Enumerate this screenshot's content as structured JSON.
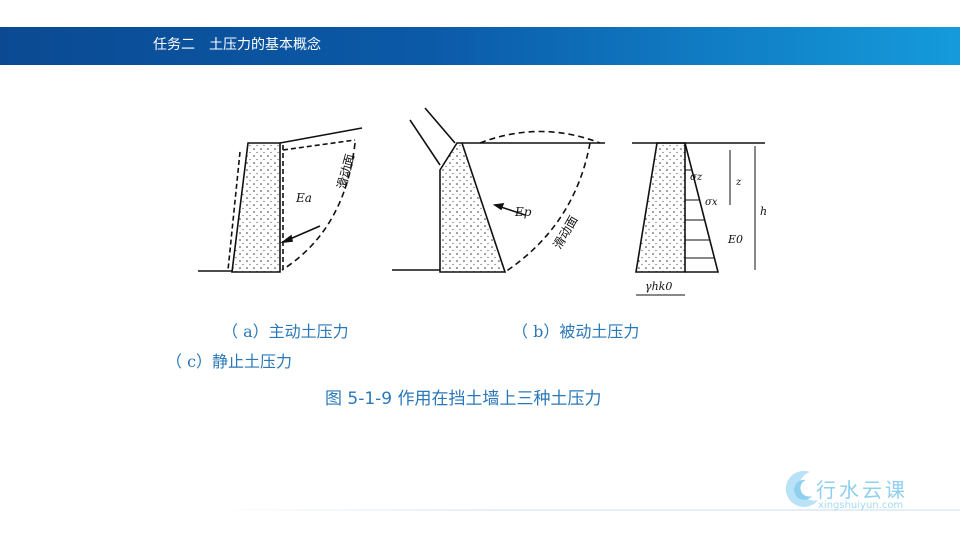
{
  "header": {
    "title": "任务二　土压力的基本概念"
  },
  "figure": {
    "labels": {
      "ea": "Ea",
      "ep": "Ep",
      "e0": "E0",
      "slip": "滑动面",
      "sigma_z": "σz",
      "sigma_x": "σx",
      "z": "z",
      "h": "h",
      "base": "γhk0"
    },
    "captions": {
      "a": "（ a）主动土压力",
      "b": "（ b）被动土压力",
      "c": "（ c）静止土压力"
    },
    "title": "图 5-1-9  作用在挡土墙上三种土压力"
  },
  "logo": {
    "name": "行水云课",
    "url": "xingshuiyun.com"
  },
  "colors": {
    "header_start": "#0b4a93",
    "header_end": "#159bdc",
    "caption": "#2a78b8"
  }
}
